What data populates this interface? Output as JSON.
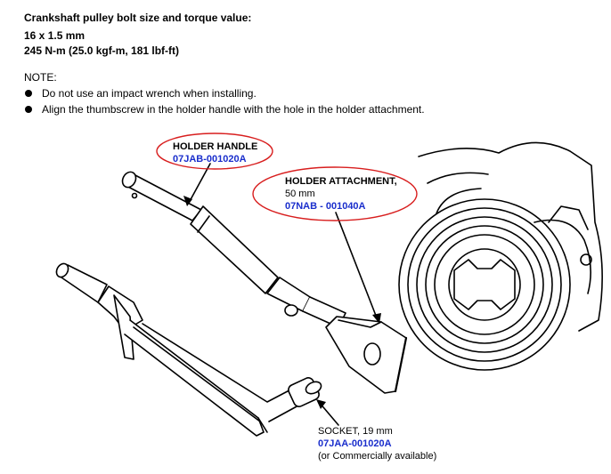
{
  "spec": {
    "title": "Crankshaft pulley bolt size and torque value:",
    "bolt_size": "16 x 1.5 mm",
    "torque": "245 N-m (25.0 kgf-m, 181 lbf-ft)"
  },
  "note": {
    "heading": "NOTE:",
    "items": [
      "Do not use an impact wrench when installing.",
      "Align the thumbscrew in the holder handle with the hole in the holder attachment."
    ]
  },
  "labels": {
    "holder_handle": {
      "name": "HOLDER HANDLE",
      "part_number": "07JAB-001020A"
    },
    "holder_attachment": {
      "name": "HOLDER ATTACHMENT,",
      "size": "50 mm",
      "part_number": "07NAB - 001040A"
    },
    "socket": {
      "name": "SOCKET, 19 mm",
      "part_number": "07JAA-001020A",
      "note": "(or Commercially available)"
    }
  },
  "colors": {
    "part_number_text": "#1a2ecc",
    "highlight_ellipse": "#d81e1e",
    "line_art": "#000000"
  }
}
